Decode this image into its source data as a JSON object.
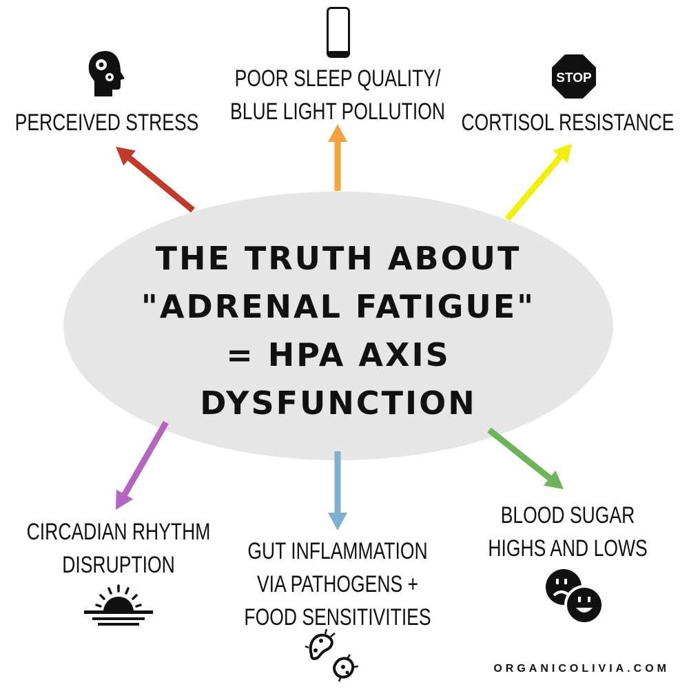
{
  "center": {
    "lines": [
      "THE TRUTH ABOUT",
      "\"ADRENAL FATIGUE\"",
      "= HPA AXIS",
      "DYSFUNCTION"
    ],
    "background": "#e6e6e6"
  },
  "factors": [
    {
      "lines": [
        "PERCEIVED STRESS"
      ],
      "icon": "head-gears-icon",
      "arrow_color": "#c0392b"
    },
    {
      "lines": [
        "POOR SLEEP QUALITY/",
        "BLUE LIGHT POLLUTION"
      ],
      "icon": "smartphone-icon",
      "arrow_color": "#f5a340"
    },
    {
      "lines": [
        "CORTISOL RESISTANCE"
      ],
      "icon": "stop-sign-icon",
      "icon_text": "STOP",
      "arrow_color": "#f2ee0f"
    },
    {
      "lines": [
        "CIRCADIAN RHYTHM",
        "DISRUPTION"
      ],
      "icon": "sunset-icon",
      "arrow_color": "#b565c0"
    },
    {
      "lines": [
        "GUT INFLAMMATION",
        "VIA PATHOGENS +",
        "FOOD SENSITIVITIES"
      ],
      "icon": "bacteria-icon",
      "arrow_color": "#7fb0cf"
    },
    {
      "lines": [
        "BLOOD SUGAR",
        "HIGHS AND LOWS"
      ],
      "icon": "sad-happy-faces-icon",
      "arrow_color": "#6db35a"
    }
  ],
  "footer": "ORGANICOLIVIA.COM"
}
